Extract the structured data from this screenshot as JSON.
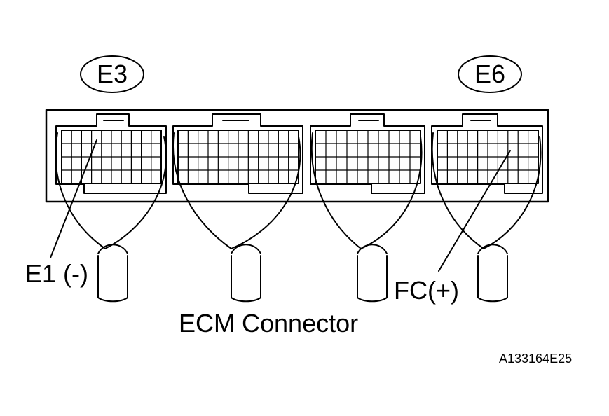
{
  "badges": {
    "left": "E3",
    "right": "E6"
  },
  "labels": {
    "e1": "E1 (-)",
    "fc": "FC(+)",
    "title": "ECM Connector",
    "figure_id": "A133164E25"
  },
  "colors": {
    "line": "#000000",
    "background": "#ffffff"
  }
}
